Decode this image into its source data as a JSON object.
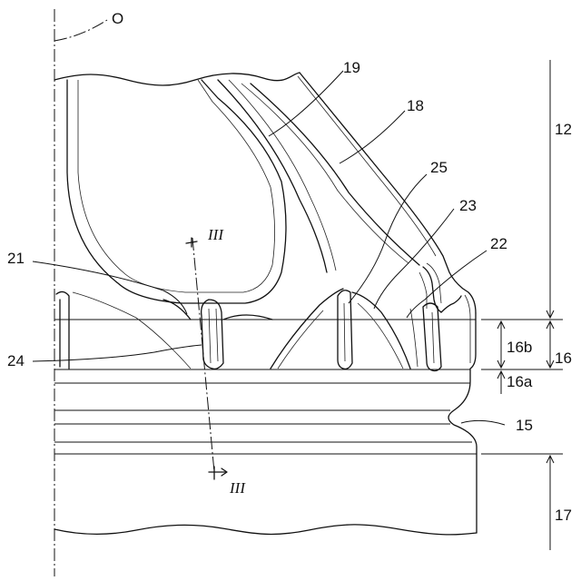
{
  "figure": {
    "axis_label": "O",
    "section_label": "III",
    "refs": {
      "r12": "12",
      "r15": "15",
      "r16": "16",
      "r16a": "16a",
      "r16b": "16b",
      "r17": "17",
      "r18": "18",
      "r19": "19",
      "r21": "21",
      "r22": "22",
      "r23": "23",
      "r24": "24",
      "r25": "25"
    }
  }
}
